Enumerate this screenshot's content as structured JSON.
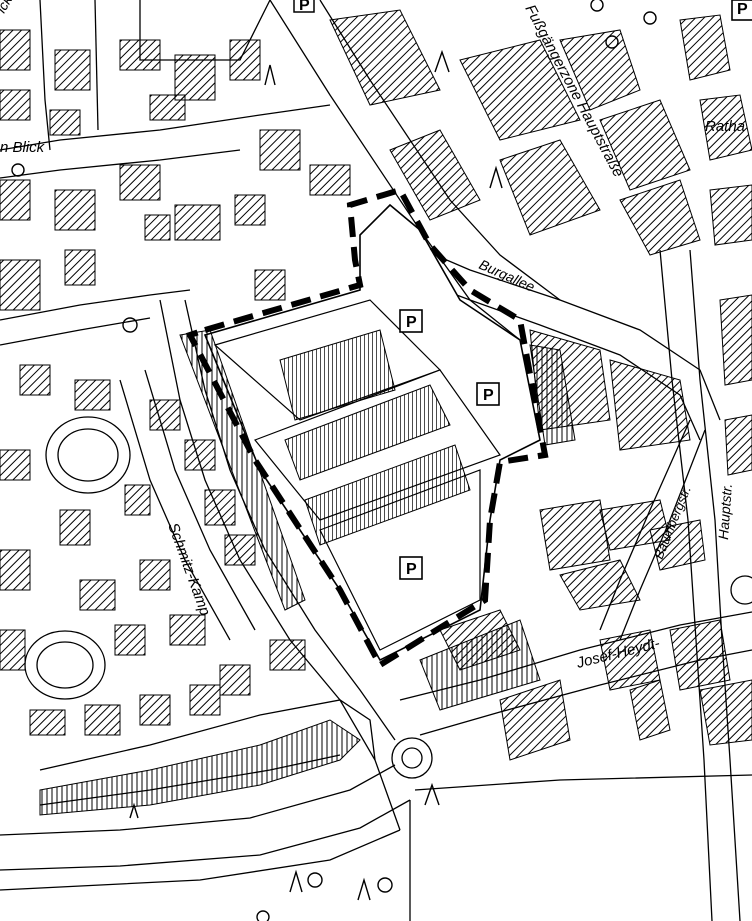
{
  "map": {
    "street_labels": [
      {
        "id": "fussgaengerzone",
        "text": "Fußgängerzone Hauptstraße"
      },
      {
        "id": "burgallee",
        "text": "Burgallee"
      },
      {
        "id": "schmitz-kamp",
        "text": "Schmitz-Kamp"
      },
      {
        "id": "josef-heydt",
        "text": "Josef-Heydt-"
      },
      {
        "id": "baumbergstr",
        "text": "Baumbergstr."
      },
      {
        "id": "hauptstr",
        "text": "Hauptstr."
      },
      {
        "id": "blick",
        "text": "n Blick"
      },
      {
        "id": "rathaus",
        "text": "Ratha"
      },
      {
        "id": "top-left-fragment",
        "text": "ick"
      }
    ],
    "parking": [
      {
        "id": "p-top",
        "text": "P"
      },
      {
        "id": "p-upper",
        "text": "P"
      },
      {
        "id": "p-middle",
        "text": "P"
      },
      {
        "id": "p-lower",
        "text": "P"
      },
      {
        "id": "p-right-edge",
        "text": "P"
      }
    ],
    "colors": {
      "ink": "#000000",
      "paper": "#ffffff"
    }
  }
}
